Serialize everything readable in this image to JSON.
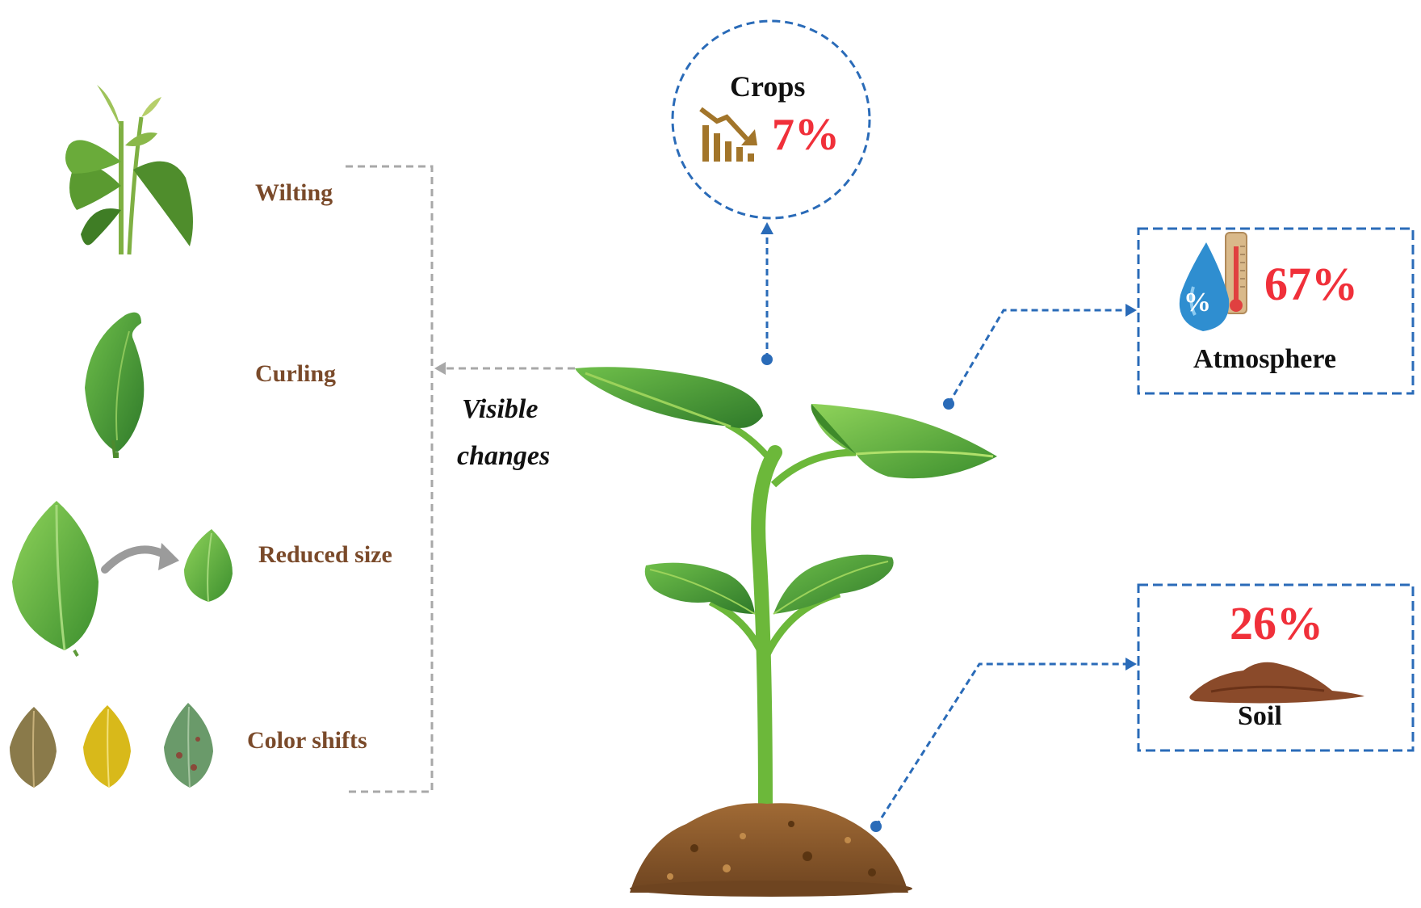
{
  "symptoms": [
    {
      "id": "wilting",
      "label": "Wilting"
    },
    {
      "id": "curling",
      "label": "Curling"
    },
    {
      "id": "reduced",
      "label": "Reduced size"
    },
    {
      "id": "color",
      "label": "Color shifts"
    }
  ],
  "visible_changes": {
    "line1": "Visible",
    "line2": "changes"
  },
  "crops": {
    "label": "Crops",
    "value": "7%"
  },
  "atmosphere": {
    "label": "Atmosphere",
    "value": "67%",
    "icon_text": "%"
  },
  "soil": {
    "label": "Soil",
    "value": "26%"
  },
  "colors": {
    "symptom_text": "#7a4a2a",
    "percent": "#f0303a",
    "blue_dash": "#2a6bb8",
    "gray_dash": "#a8a8a8",
    "leaf_green": "#4d9a3a",
    "stem_green": "#7cc243",
    "soil_brown": "#8a5a2a"
  }
}
